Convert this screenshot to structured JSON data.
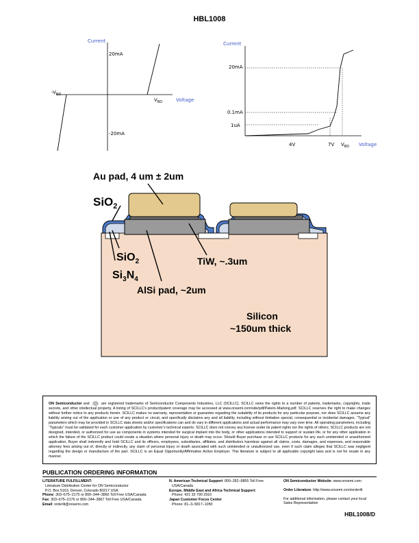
{
  "header": {
    "title": "HBL1008"
  },
  "chart_left": {
    "ylabel": "Current",
    "xlabel": "Voltage",
    "pos_current": "20mA",
    "neg_current": "-20mA",
    "neg_voltage": "-V",
    "neg_voltage_sub": "BD",
    "pos_voltage": "V",
    "pos_voltage_sub": "BD"
  },
  "chart_right": {
    "ylabel": "Current",
    "xlabel": "Voltage",
    "y_ticks": [
      "20mA",
      "0.1mA",
      "1uA"
    ],
    "x_ticks": [
      "4V",
      "7V"
    ],
    "vbd": "V",
    "vbd_sub": "BD"
  },
  "cross_section": {
    "au_pad": "Au pad, 4 um ± 2um",
    "sio2_top": "SiO",
    "sio2_top_sub": "2",
    "sio2_mid": "SiO",
    "sio2_mid_sub": "2",
    "si3n4": "Si",
    "si3n4_sub1": "3",
    "si3n4_n": "N",
    "si3n4_sub2": "4",
    "tiw": "TiW, ~.3um",
    "alsi": "AlSi pad, ~2um",
    "silicon_line1": "Silicon",
    "silicon_line2": "~150um thick"
  },
  "disclaimer": {
    "company": "ON Semiconductor",
    "and": "and",
    "text1": "are registered trademarks of Semiconductor Components Industries, LLC (SCILLC).  SCILLC owns the rights to a number of patents, trademarks, copyrights, trade secrets, and other intellectual property. A listing of SCILLC’s product/patent coverage may be accessed at www.onsemi.com/site/pdf/Patent–Marking.pdf.  SCILLC reserves the right to make changes without further notice to any products herein.  SCILLC makes no warranty, representation or guarantee regarding the suitability of its products for any particular purpose, nor does SCILLC assume any liability arising out of the application or use of any product or circuit, and specifically disclaims any and all liability, including without limitation special, consequential or incidental damages.  “Typical” parameters which may be provided in SCILLC data sheets and/or specifications can and do vary in different applications and actual performance may vary over time.  All operating parameters, including “Typicals” must be validated for each customer application by customer’s technical experts.  SCILLC does not convey any license under its patent rights nor the rights of others.  SCILLC products are not designed, intended, or authorized for use as components in systems intended for surgical implant into the body, or other applications intended to support or sustain life, or for any other application in which the failure of the SCILLC product could create a situation where personal injury or death may occur.  Should Buyer purchase or use SCILLC products for any such unintended or unauthorized application, Buyer shall indemnify and hold SCILLC and its officers, employees, subsidiaries, affiliates, and distributors harmless against all claims, costs, damages, and expenses, and reasonable attorney fees arising out of, directly or indirectly, any claim of personal injury or death associated with such unintended or unauthorized use, even if such claim alleges that SCILLC was negligent regarding the design or manufacture of the part.  SCILLC is an Equal Opportunity/Affirmative Action Employer.  This literature is subject to all applicable copyright laws and is not for resale in any manner."
  },
  "publication": {
    "title": "PUBLICATION ORDERING INFORMATION",
    "lit_title": "LITERATURE FULFILLMENT",
    "lit_colon": ":",
    "lit_line1": "Literature Distribution Center for ON Semiconductor",
    "lit_line2": "P.O. Box 5163, Denver, Colorado 80217 USA",
    "phone_label": "Phone",
    "phone_value": ": 303–675–2175 or 800–344–3860 Toll Free USA/Canada",
    "fax_label": "Fax",
    "fax_value": ": 303–675–2176 or 800–344–3867 Toll Free USA/Canada",
    "email_label": "Email",
    "email_value": ": orderlit@onsemi.com",
    "na_label": "N. American Technical Support",
    "na_value": ": 800–282–9855 Toll Free",
    "na_line2": "USA/Canada",
    "eu_label": "Europe, Middle East and Africa Technical Support:",
    "eu_phone": "Phone: 421 33 790 2910",
    "jp_label": "Japan Customer Focus Center",
    "jp_phone": "Phone: 81–3–5817–1050",
    "web_label": "ON Semiconductor Website",
    "web_value": ": www.onsemi.com",
    "order_label": "Order Literature",
    "order_value": ": http://www.onsemi.com/orderlit",
    "info_line1": "For additional information, please contact your local",
    "info_line2": "Sales Representative"
  },
  "footer": {
    "doc_number": "HBL1008/D"
  },
  "colors": {
    "blue_label": "#3b56c6",
    "au_pad": "#e4c98e",
    "sio2": "#4d7ac8",
    "alsi": "#9a9a9a",
    "silicon": "#f6dcc8",
    "outline": "#000000"
  }
}
